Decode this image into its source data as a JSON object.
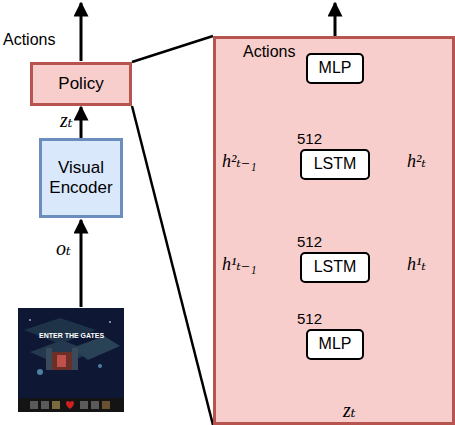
{
  "diagram": {
    "nodes": [
      {
        "text": [
          "Policy"
        ]
      },
      {
        "text": [
          "Visual Encoder"
        ]
      },
      {
        "text": [
          "Actions"
        ]
      },
      {
        "text": [
          "MLP"
        ],
        "in": 2
      },
      {
        "text": [
          "LSTM"
        ],
        "in": 2
      },
      {
        "text": [
          "LSTM"
        ],
        "in": 2
      },
      {
        "text": [
          "MLP"
        ],
        "in": 2
      }
    ],
    "edges": [
      {
        "from": 1,
        "to": 0,
        "arrow": "to"
      },
      {
        "from": 0,
        "to": 2,
        "arrow": "none"
      },
      {
        "from": 0,
        "to": 2,
        "arrow": "none"
      },
      {
        "from": 6,
        "to": 5,
        "arrow": "to"
      },
      {
        "from": 5,
        "to": 4,
        "arrow": "to"
      },
      {
        "from": 4,
        "to": 3,
        "arrow": "to"
      }
    ],
    "labels": [
      "Actions",
      "zₜ",
      "oₜ",
      "ENTER THE GATES",
      "512",
      "h²ₜ₋₁",
      "h²ₜ",
      "512",
      "h¹ₜ₋₁",
      "h¹ₜ",
      "512",
      "zₜ"
    ]
  }
}
